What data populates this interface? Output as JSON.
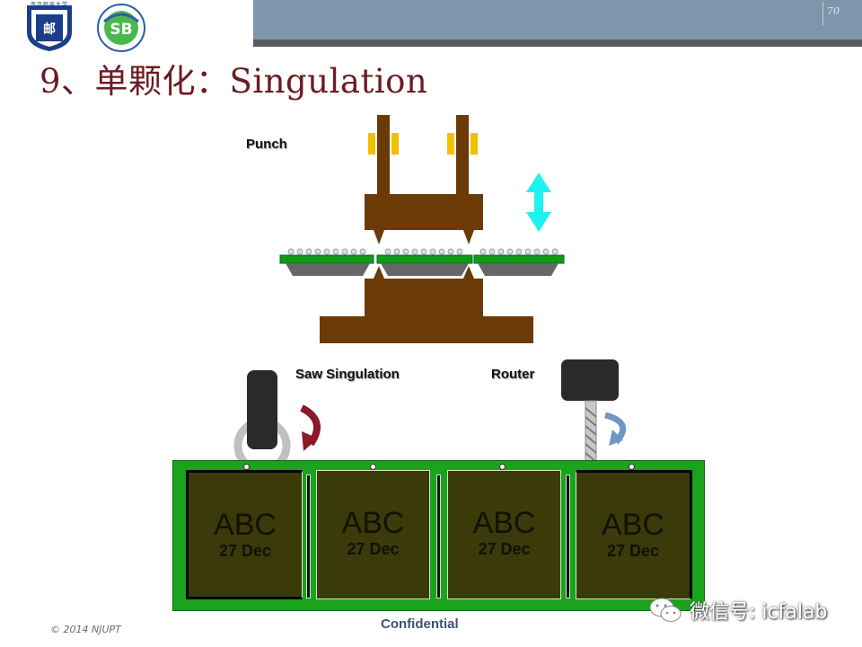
{
  "header": {
    "page_number": "70"
  },
  "title": "9、单颗化：Singulation",
  "logos": [
    {
      "name": "university-seal",
      "text": "南京邮电大学"
    },
    {
      "name": "college-seal",
      "text": "SB"
    }
  ],
  "diagram": {
    "punch_label": "Punch",
    "saw_label": "Saw Singulation",
    "router_label": "Router",
    "chips": [
      {
        "name": "ABC",
        "date": "27 Dec"
      },
      {
        "name": "ABC",
        "date": "27 Dec"
      },
      {
        "name": "ABC",
        "date": "27 Dec"
      },
      {
        "name": "ABC",
        "date": "27 Dec"
      }
    ]
  },
  "footer": {
    "copyright": "© 2014 NJUPT",
    "confidential": "Confidential",
    "watermark": "微信号: icfalab"
  },
  "colors": {
    "title": "#6b1c22",
    "header_band": "#7f95ab",
    "punch_brown": "#6b3a07",
    "board_green": "#1aa31d",
    "arrow_cyan": "#1ff2f2",
    "saw_arrow": "#8b1a2a",
    "router_arrow": "#6f96c4"
  }
}
